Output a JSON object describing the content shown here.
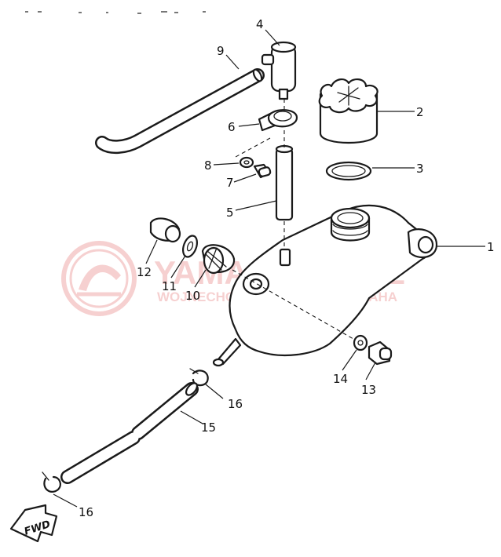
{
  "watermark": {
    "brand": "YAMASKLEP.PL",
    "tagline": "WOJNECHOWSKI I DEALER YAMAHA",
    "color": "#e05a5a"
  },
  "direction_label": "FWD",
  "callouts": {
    "p1": "1",
    "p2": "2",
    "p3": "3",
    "p4": "4",
    "p5": "5",
    "p6": "6",
    "p7": "7",
    "p8": "8",
    "p9": "9",
    "p10": "10",
    "p11": "11",
    "p12": "12",
    "p13": "13",
    "p14": "14",
    "p15": "15",
    "p16a": "16",
    "p16b": "16"
  }
}
